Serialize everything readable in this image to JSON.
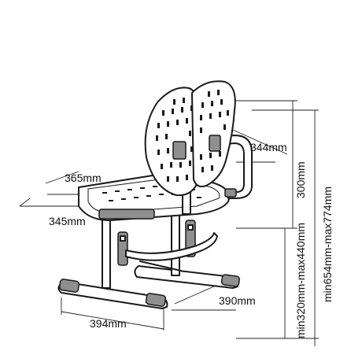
{
  "diagram": {
    "dimensions": {
      "seat_width": "365mm",
      "seat_depth": "345mm",
      "backrest_width": "344mm",
      "backrest_height": "300mm",
      "seat_height_range": "min320mm-max440mm",
      "total_height_range": "min654mm-max774mm",
      "base_depth": "390mm",
      "base_width": "394mm"
    },
    "colors": {
      "line": "#1a1a1a",
      "leg_accent": "#8f8f8f",
      "background": "#ffffff"
    }
  }
}
